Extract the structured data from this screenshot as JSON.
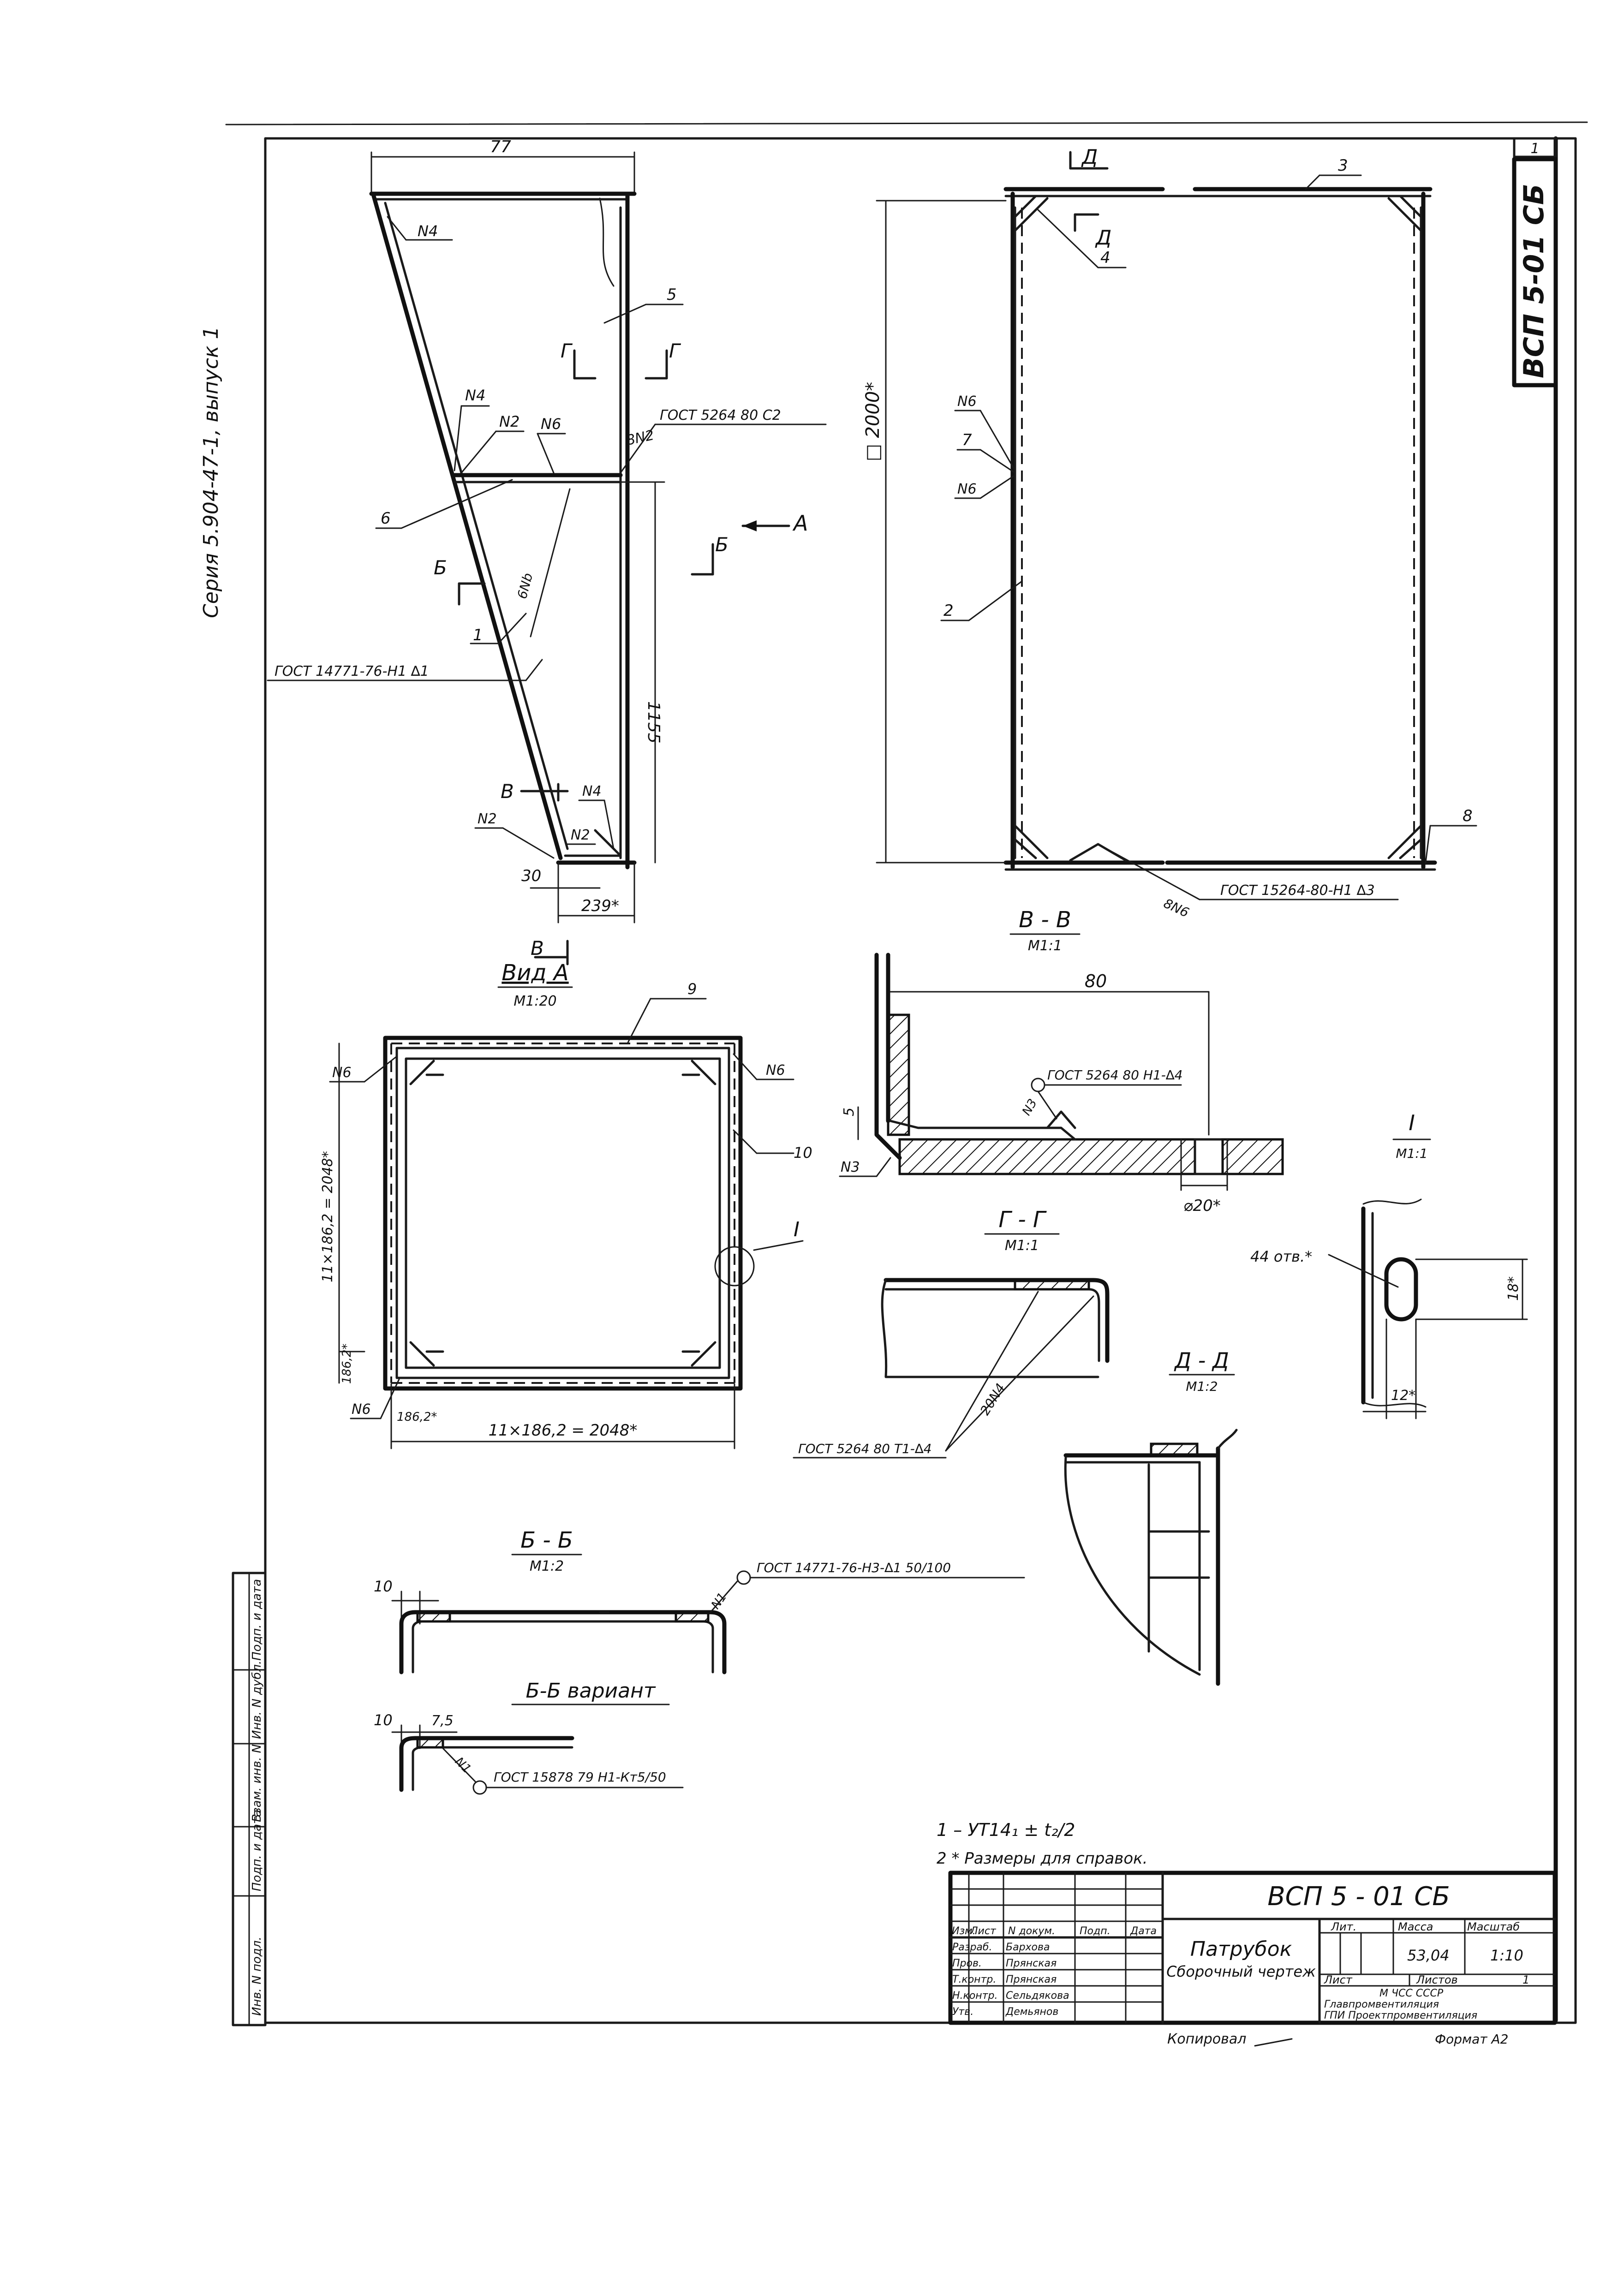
{
  "side_note": "Серия 5.904-47-1, выпуск 1",
  "sheet_number": "1",
  "doc_code": "ВСП 5-01 СБ",
  "main_view": {
    "dims": {
      "top": "77",
      "height": "1155",
      "base": "30",
      "width": "239*"
    },
    "positions": {
      "p5": "5",
      "p6": "6",
      "p1": "1"
    },
    "weld_labels": {
      "n4a": "N4",
      "n4b": "N4",
      "n4c": "N4",
      "n2a": "N2",
      "n2b": "N2",
      "n2c": "N2",
      "n6": "N6",
      "w8n2": "8N2",
      "w6nb": "6Nb"
    },
    "gost_top": "ГОСТ 5264 80 С2",
    "gost_side": "ГОСТ 14771-76-Н1 ∆1",
    "section_letters": {
      "g1": "Г",
      "g2": "Г",
      "b": "Б",
      "v1": "В",
      "v2": "В",
      "arrow_a": "А"
    }
  },
  "side_view": {
    "section_letters": {
      "d1": "Д",
      "d2": "Д"
    },
    "dim_height": "□ 2000*",
    "positions": {
      "p3": "3",
      "p4": "4",
      "p7": "7",
      "p2": "2",
      "p8": "8"
    },
    "weld_labels": {
      "n6a": "N6",
      "n6b": "N6",
      "w8n6": "8N6"
    },
    "gost": "ГОСТ 15264-80-Н1 ∆3"
  },
  "view_vv": {
    "title": "В - В",
    "scale": "М1:1",
    "dim_80": "80",
    "dim_5": "5",
    "dia": "⌀20*",
    "gost": "ГОСТ 5264 80 Н1-∆4",
    "n3a": "N3",
    "n3b": "N3"
  },
  "view_a": {
    "title": "Вид А",
    "scale": "М1:20",
    "p9": "9",
    "p10": "10",
    "n6a": "N6",
    "n6b": "N6",
    "n6c": "N6",
    "dim_vert": "11×186,2 = 2048*",
    "dim_horiz": "11×186,2 = 2048*",
    "dim_1862a": "186,2*",
    "dim_1862b": "186,2*",
    "mark_i": "I"
  },
  "view_i": {
    "title": "I",
    "scale": "М1:1",
    "holes": "44 отв.*",
    "dim_18": "18*",
    "dim_12": "12*"
  },
  "view_gg": {
    "title": "Г - Г",
    "scale": "М1:1",
    "weld": "20N4",
    "gost": "ГОСТ 5264 80 Т1-∆4"
  },
  "view_dd": {
    "title": "Д - Д",
    "scale": "М1:2"
  },
  "view_bb": {
    "title": "Б - Б",
    "scale": "М1:2",
    "dim_10": "10",
    "n1": "N1",
    "gost": "ГОСТ 14771-76-Н3-∆1 50/100",
    "variant_title": "Б-Б вариант",
    "v_dim_10": "10",
    "v_dim_75": "7,5",
    "v_n1": "N1",
    "v_gost": "ГОСТ 15878 79 Н1-Кт5/50"
  },
  "notes": {
    "note1": "1 – УТ14₁ ± t₂/2",
    "note2": "2 * Размеры для справок."
  },
  "title_block": {
    "code": "ВСП 5 - 01 СБ",
    "name": "Патрубок",
    "subtitle": "Сборочный чертеж",
    "headers": [
      "Изм.",
      "Лист",
      "N докум.",
      "Подп.",
      "Дата"
    ],
    "roles": [
      {
        "role": "Разраб.",
        "person": "Бархова"
      },
      {
        "role": "Пров.",
        "person": "Прянская"
      },
      {
        "role": "Т.контр.",
        "person": "Прянская"
      },
      {
        "role": "Н.контр.",
        "person": "Сельдякова"
      },
      {
        "role": "Утв.",
        "person": "Демьянов"
      }
    ],
    "lit_label": "Лит.",
    "mass_label": "Масса",
    "scale_label": "Масштаб",
    "mass": "53,04",
    "scale": "1:10",
    "sheet_label": "Лист",
    "sheets_label": "Листов",
    "sheets": "1",
    "org1": "М ЧСС        СССР",
    "org2": "Главпромвентиляция",
    "org3": "ГПИ Проектпромвентиляция"
  },
  "left_strip": [
    "Подп. и дата",
    "Инв. N дубл.",
    "Взам. инв. N",
    "Подп. и дата",
    "Инв. N подл."
  ],
  "footer": {
    "copied": "Копировал",
    "format": "Формат А2"
  }
}
